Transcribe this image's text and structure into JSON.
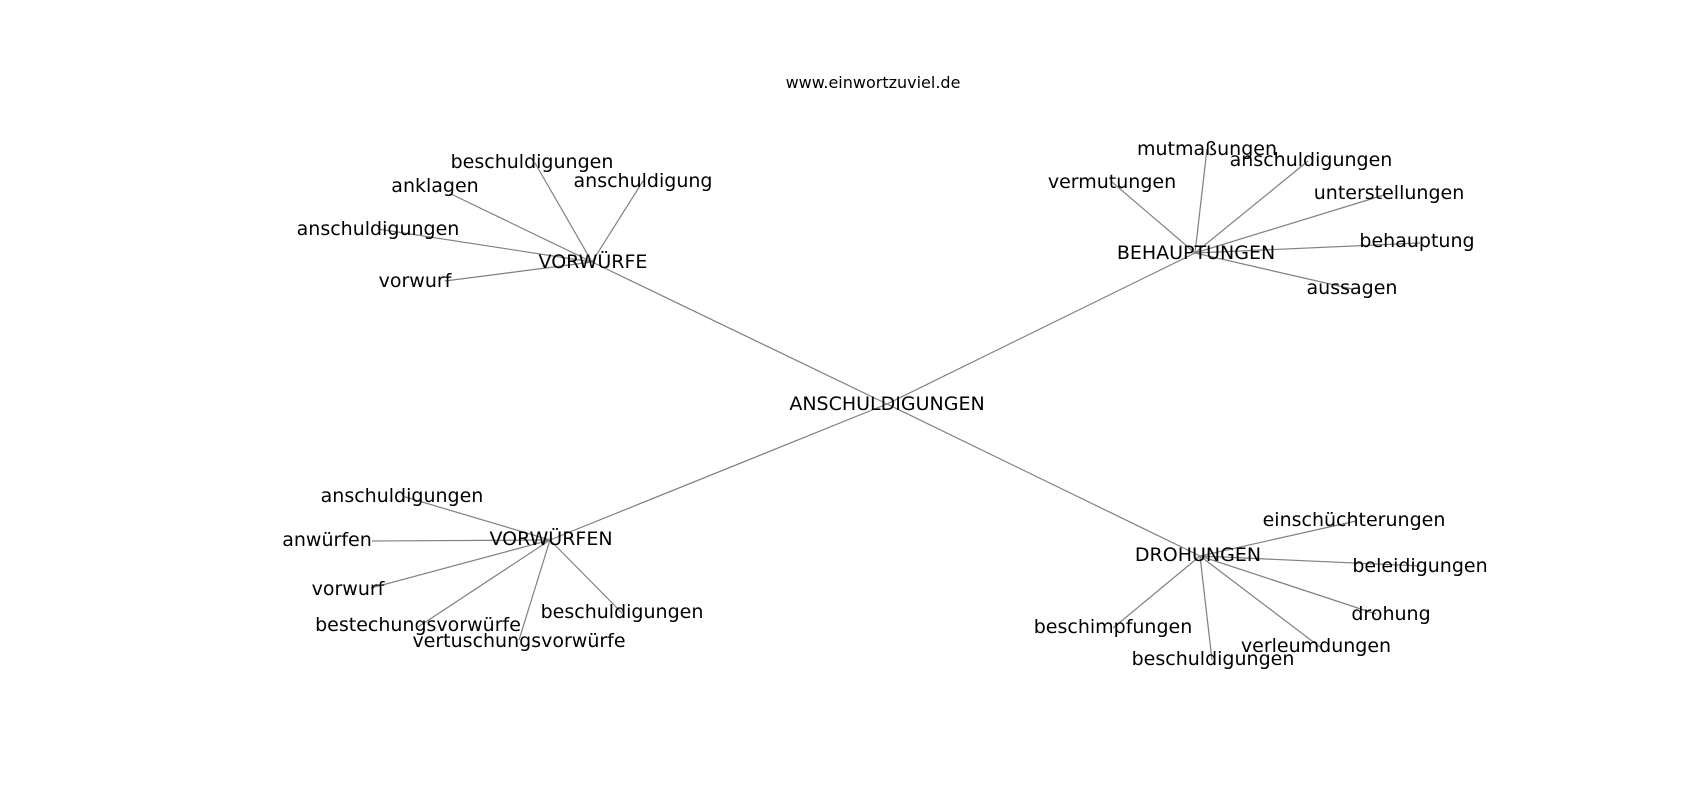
{
  "header": {
    "site": "www.einwortzuviel.de"
  },
  "colors": {
    "edge": "#808080",
    "text": "#000000",
    "background": "#ffffff"
  },
  "graph": {
    "center": {
      "label": "ANSCHULDIGUNGEN"
    },
    "clusters": [
      {
        "label": "VORWÜRFE",
        "leaves": [
          "beschuldigungen",
          "anschuldigung",
          "anklagen",
          "anschuldigungen",
          "vorwurf"
        ]
      },
      {
        "label": "BEHAUPTUNGEN",
        "leaves": [
          "mutmaßungen",
          "anschuldigungen",
          "vermutungen",
          "unterstellungen",
          "behauptung",
          "aussagen"
        ]
      },
      {
        "label": "VORWÜRFEN",
        "leaves": [
          "anschuldigungen",
          "anwürfen",
          "vorwurf",
          "bestechungsvorwürfe",
          "beschuldigungen",
          "vertuschungsvorwürfe"
        ]
      },
      {
        "label": "DROHUNGEN",
        "leaves": [
          "einschüchterungen",
          "beleidigungen",
          "drohung",
          "beschimpfungen",
          "verleumdungen",
          "beschuldigungen"
        ]
      }
    ]
  }
}
